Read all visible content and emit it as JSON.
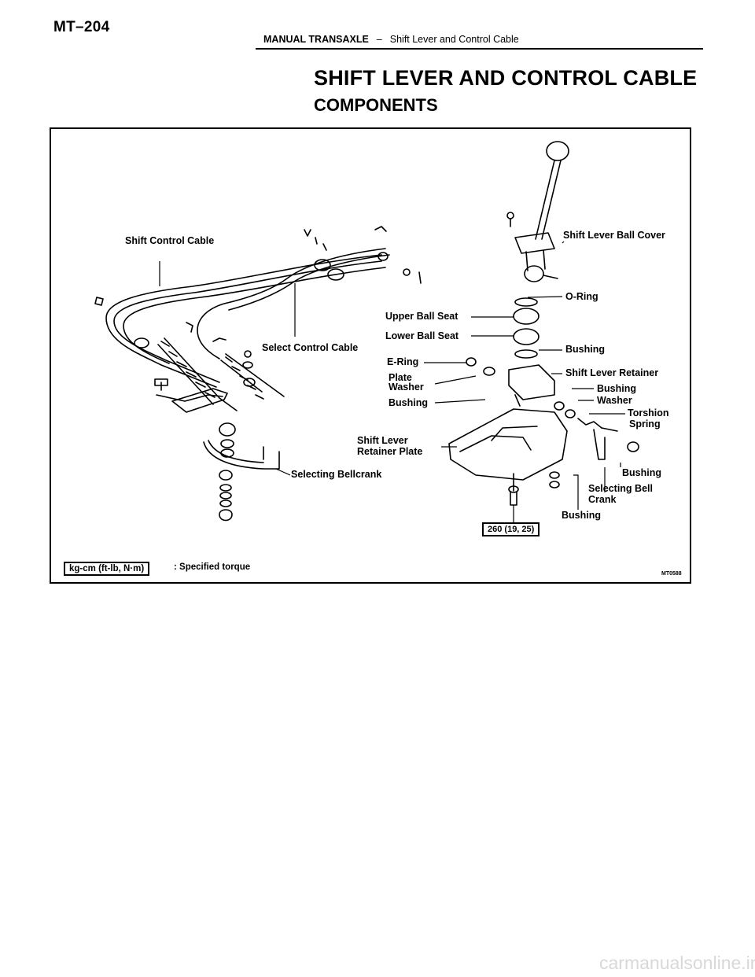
{
  "page": {
    "number": "MT–204",
    "section": "MANUAL TRANSAXLE",
    "separator": "–",
    "topic": "Shift Lever and Control Cable"
  },
  "title": "SHIFT LEVER AND CONTROL CABLE",
  "subtitle": "COMPONENTS",
  "figure": {
    "labels": {
      "shift_control_cable": "Shift Control Cable",
      "select_control_cable": "Select Control Cable",
      "shift_lever_ball_cover": "Shift Lever Ball Cover",
      "o_ring": "O-Ring",
      "upper_ball_seat": "Upper Ball Seat",
      "lower_ball_seat": "Lower Ball Seat",
      "bushing_1": "Bushing",
      "e_ring": "E-Ring",
      "plate": "Plate",
      "washer_1": "Washer",
      "bushing_2": "Bushing",
      "shift_lever_retainer": "Shift Lever Retainer",
      "bushing_3": "Bushing",
      "washer_2": "Washer",
      "torshion": "Torshion",
      "spring": "Spring",
      "shift_lever": "Shift Lever",
      "retainer_plate": "Retainer Plate",
      "selecting_bellcrank": "Selecting Bellcrank",
      "bushing_4": "Bushing",
      "selecting_bell": "Selecting Bell",
      "crank": "Crank",
      "bushing_5": "Bushing"
    },
    "torque_value": "260 (19, 25)",
    "legend_units": "kg-cm (ft-lb, N·m)",
    "legend_text": ": Specified torque",
    "code": "MT0588"
  },
  "watermark": "carmanualsonline.info"
}
